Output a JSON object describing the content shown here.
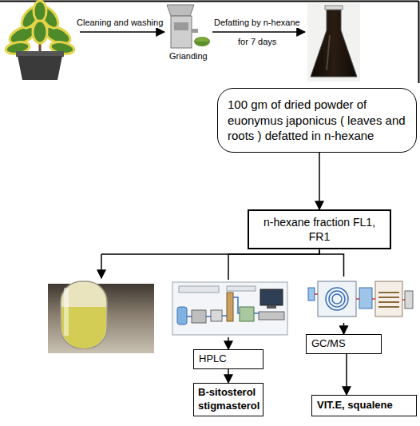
{
  "diagram": {
    "nodes": [
      {
        "text": [
          "100 gm of dried powder of euonymus japonicus ( leaves and roots ) defatted in n-hexane"
        ]
      },
      {
        "text": [
          "n-hexane fraction FL1, FR1"
        ]
      },
      {
        "text": [
          "HPLC"
        ]
      },
      {
        "text": [
          "B-sitosterol stigmasterol"
        ]
      },
      {
        "text": [
          "GC/MS"
        ]
      },
      {
        "text": [
          "VIT.E, squalene"
        ]
      }
    ],
    "edges": [
      {
        "from": 0,
        "to": 1,
        "arrow": "to"
      },
      {
        "from": 1,
        "to": 2,
        "arrow": "to"
      },
      {
        "from": 1,
        "to": 4,
        "arrow": "to"
      },
      {
        "from": 2,
        "to": 3,
        "arrow": "to"
      },
      {
        "from": 4,
        "to": 5,
        "arrow": "to"
      }
    ],
    "labels": [
      "Cleaning and washing",
      "Defatting by n-hexane",
      "for 7 days",
      "Grianding"
    ]
  }
}
